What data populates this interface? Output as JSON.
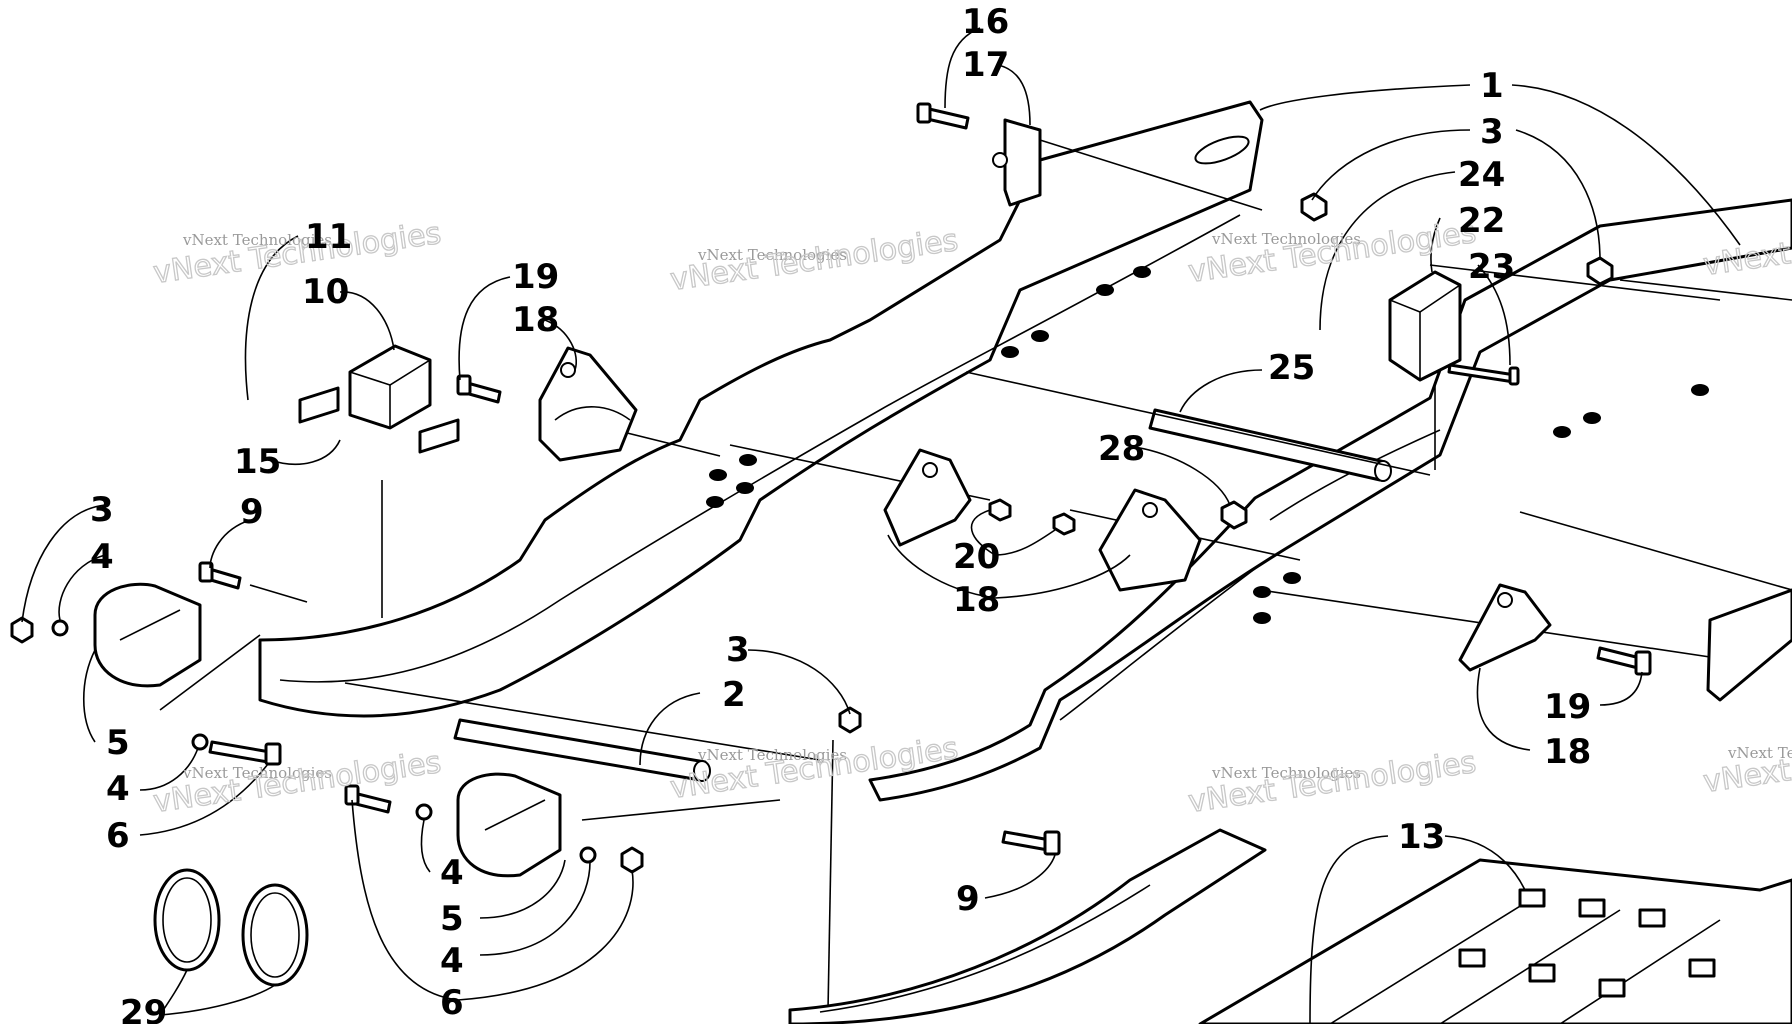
{
  "diagram": {
    "watermark_small": "vNext Technologies",
    "watermark_big": "vNext Technologies",
    "callouts": {
      "c1": "1",
      "c3a": "3",
      "c24": "24",
      "c22": "22",
      "c23": "23",
      "c16": "16",
      "c17": "17",
      "c11": "11",
      "c10": "10",
      "c19a": "19",
      "c18a": "18",
      "c15": "15",
      "c25": "25",
      "c28": "28",
      "c20": "20",
      "c18b": "18",
      "c3b": "3",
      "c4a": "4",
      "c9a": "9",
      "c5a": "5",
      "c4b": "4",
      "c6a": "6",
      "c3c": "3",
      "c2": "2",
      "c4c": "4",
      "c5b": "5",
      "c4d": "4",
      "c6b": "6",
      "c29": "29",
      "c9b": "9",
      "c19b": "19",
      "c18c": "18",
      "c13": "13"
    }
  }
}
